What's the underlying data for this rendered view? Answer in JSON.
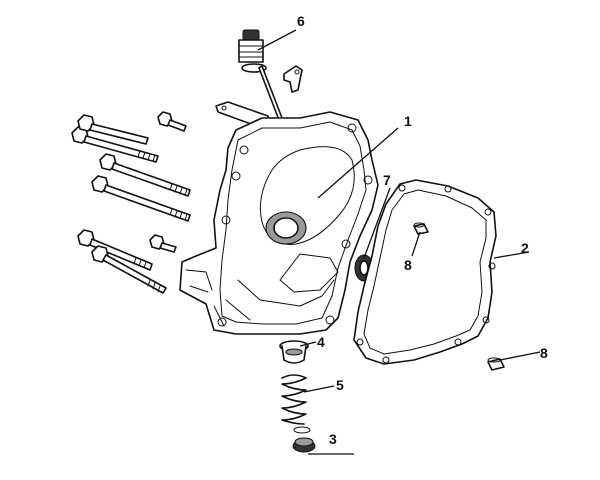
{
  "callouts": [
    {
      "id": "1",
      "label": "1"
    },
    {
      "id": "2",
      "label": "2"
    },
    {
      "id": "3",
      "label": "3"
    },
    {
      "id": "4",
      "label": "4"
    },
    {
      "id": "5",
      "label": "5"
    },
    {
      "id": "6",
      "label": "6"
    },
    {
      "id": "7",
      "label": "7"
    },
    {
      "id": "8a",
      "label": "8"
    },
    {
      "id": "8b",
      "label": "8"
    }
  ],
  "icons": {
    "crankcase_cover": "crankcase-cover-icon",
    "gasket": "gasket-icon",
    "bolt": "bolt-icon"
  }
}
